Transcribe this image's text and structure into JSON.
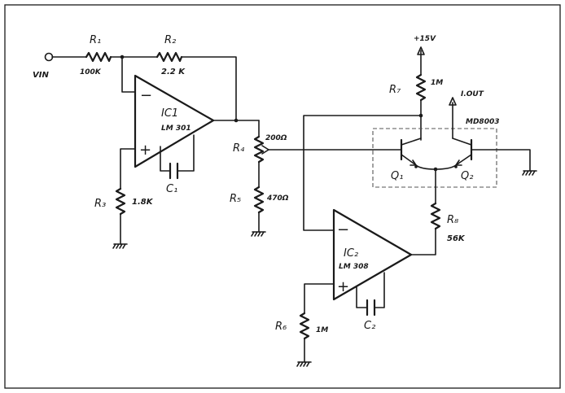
{
  "input": {
    "label": "VIN"
  },
  "resistors": {
    "r1": {
      "ref": "R₁",
      "value": "100K"
    },
    "r2": {
      "ref": "R₂",
      "value": "2.2 K"
    },
    "r3": {
      "ref": "R₃",
      "value": "1.8K"
    },
    "r4": {
      "ref": "R₄",
      "value": "200Ω"
    },
    "r5": {
      "ref": "R₅",
      "value": "470Ω"
    },
    "r6": {
      "ref": "R₆",
      "value": "1M"
    },
    "r7": {
      "ref": "R₇",
      "value": "1M"
    },
    "r8": {
      "ref": "R₈",
      "value": "56K"
    }
  },
  "opamps": {
    "ic1": {
      "ref": "IC1",
      "part": "LM 301",
      "minus": "−",
      "plus": "+"
    },
    "ic2": {
      "ref": "IC₂",
      "part": "LM 308",
      "minus": "−",
      "plus": "+"
    }
  },
  "capacitors": {
    "c1": {
      "ref": "C₁"
    },
    "c2": {
      "ref": "C₂"
    }
  },
  "transistors": {
    "package": "MD8003",
    "q1": {
      "ref": "Q₁"
    },
    "q2": {
      "ref": "Q₂"
    }
  },
  "supply": {
    "label": "+15V"
  },
  "output": {
    "label": "I.OUT"
  }
}
